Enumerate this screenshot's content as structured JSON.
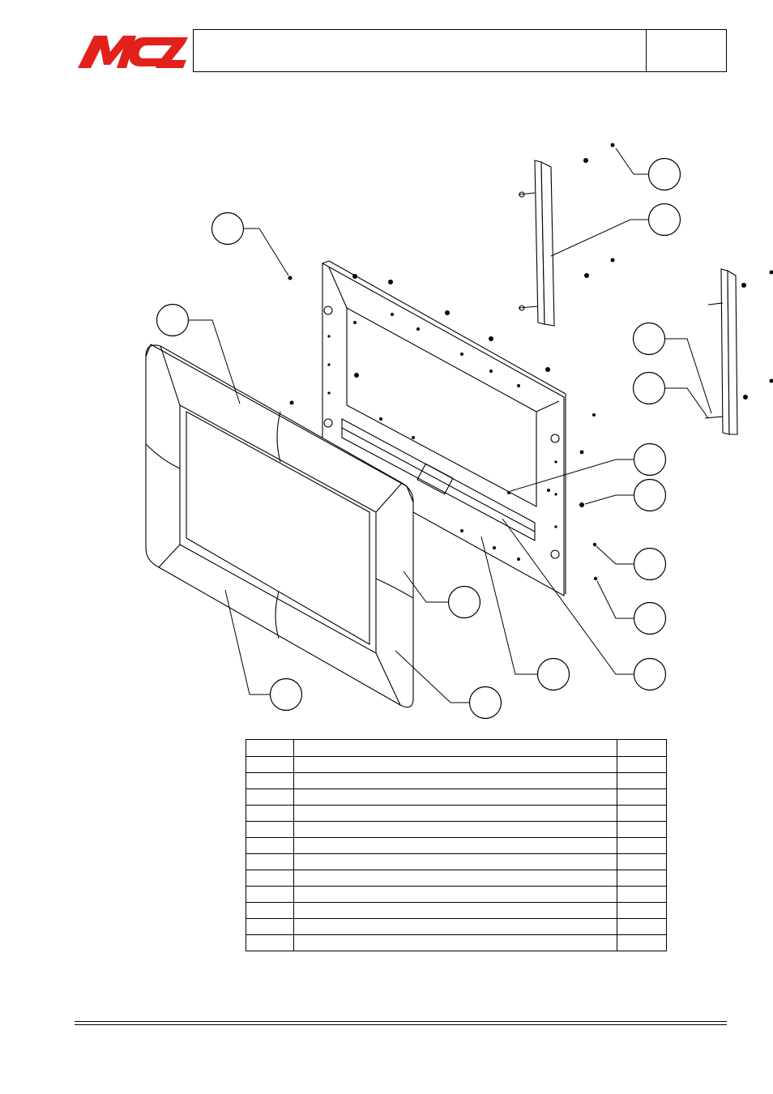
{
  "header": {
    "logo_text": "MCZ",
    "title": "",
    "code": ""
  },
  "colors": {
    "brand": "#e2211c",
    "line": "#000000"
  },
  "callouts": [
    {
      "id": "callout-1",
      "label": ""
    },
    {
      "id": "callout-2",
      "label": ""
    },
    {
      "id": "callout-3",
      "label": ""
    },
    {
      "id": "callout-4",
      "label": ""
    },
    {
      "id": "callout-5",
      "label": ""
    },
    {
      "id": "callout-6",
      "label": ""
    },
    {
      "id": "callout-7",
      "label": ""
    },
    {
      "id": "callout-8",
      "label": ""
    },
    {
      "id": "callout-9",
      "label": ""
    },
    {
      "id": "callout-10",
      "label": ""
    },
    {
      "id": "callout-11",
      "label": ""
    },
    {
      "id": "callout-12",
      "label": ""
    },
    {
      "id": "callout-13",
      "label": ""
    }
  ],
  "parts_table": {
    "headers": [
      "",
      "",
      ""
    ],
    "rows": [
      [
        "",
        "",
        ""
      ],
      [
        "",
        "",
        ""
      ],
      [
        "",
        "",
        ""
      ],
      [
        "",
        "",
        ""
      ],
      [
        "",
        "",
        ""
      ],
      [
        "",
        "",
        ""
      ],
      [
        "",
        "",
        ""
      ],
      [
        "",
        "",
        ""
      ],
      [
        "",
        "",
        ""
      ],
      [
        "",
        "",
        ""
      ],
      [
        "",
        "",
        ""
      ],
      [
        "",
        "",
        ""
      ]
    ]
  }
}
